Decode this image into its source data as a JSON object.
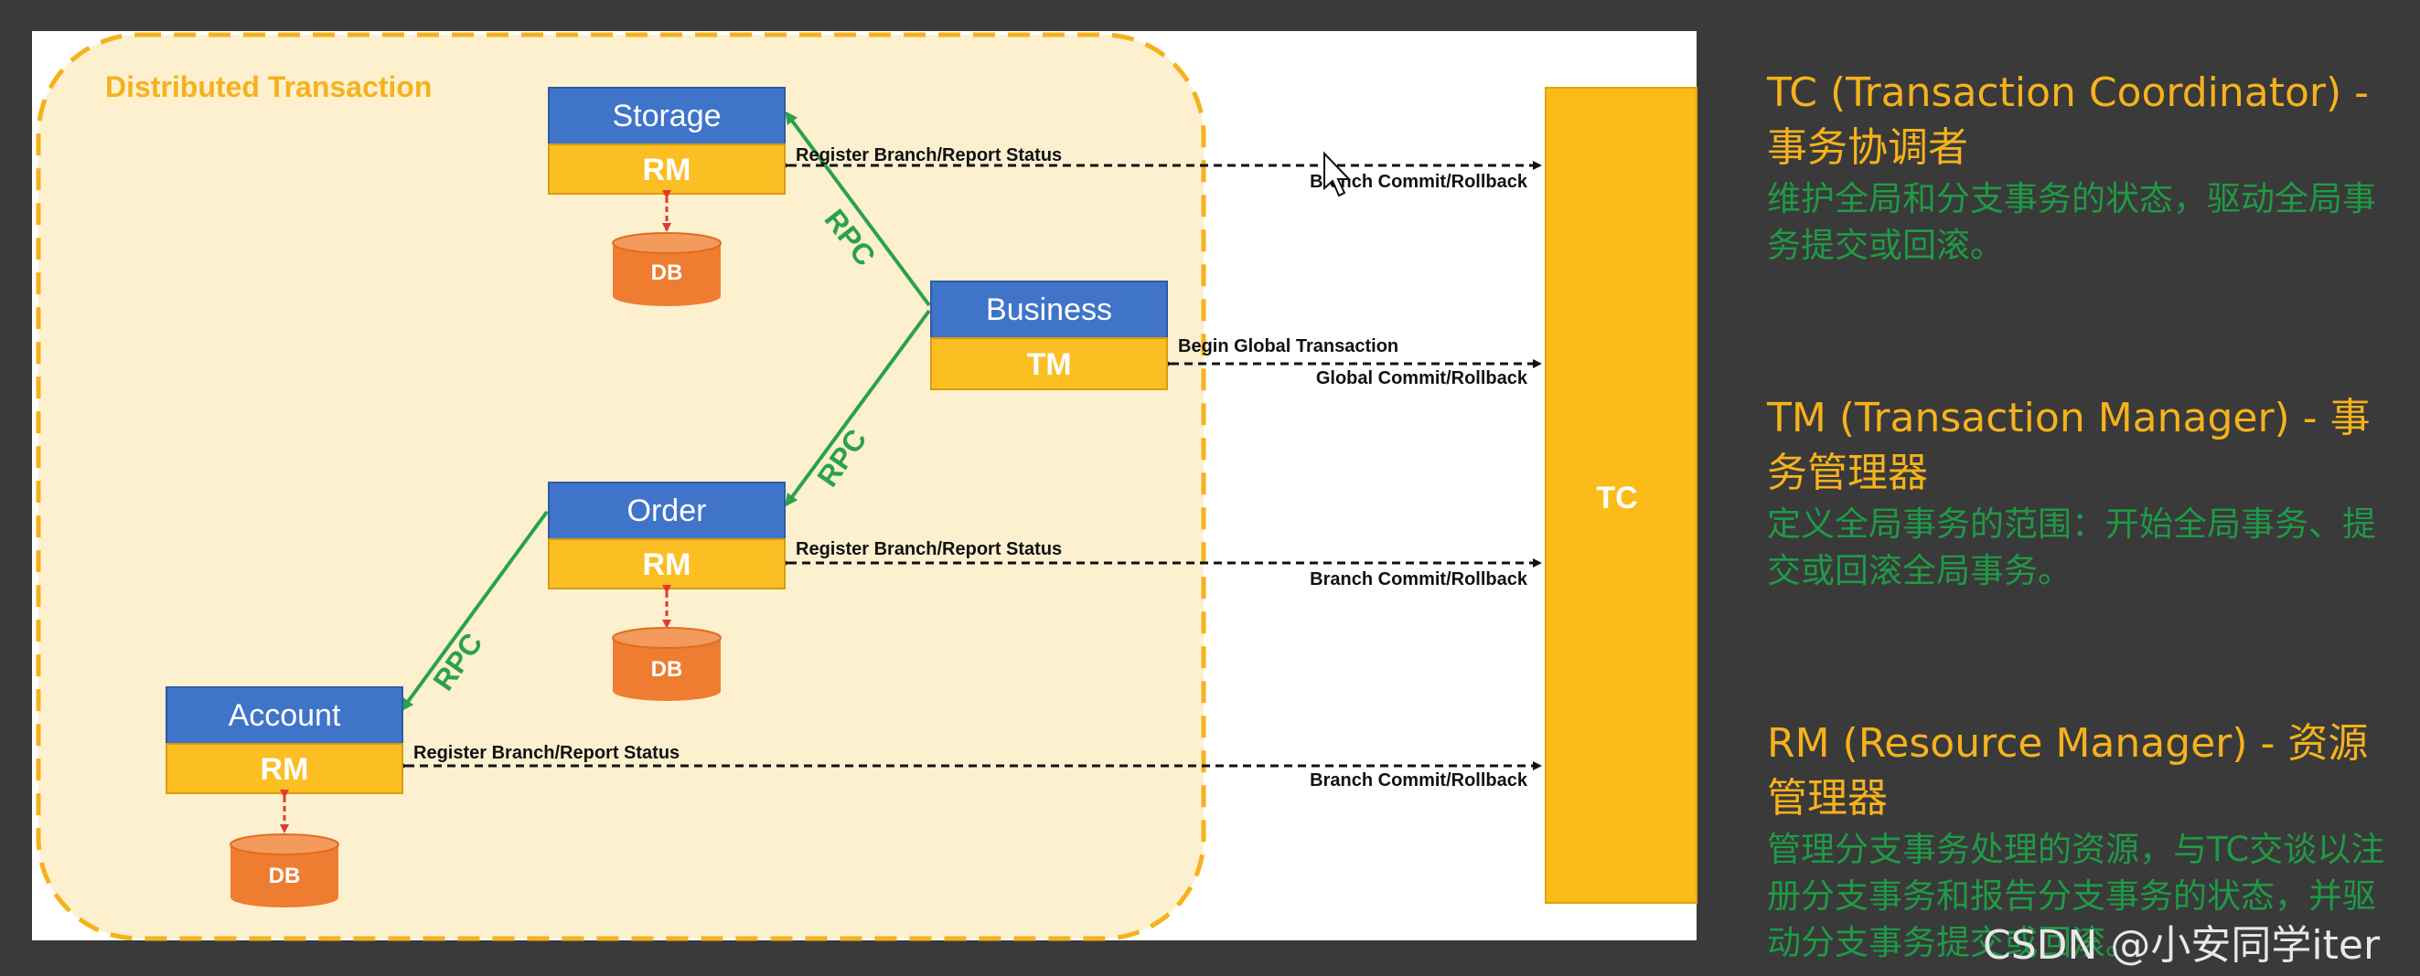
{
  "diagram": {
    "region_label": "Distributed Transaction",
    "nodes": {
      "storage": {
        "top": "Storage",
        "bottom": "RM",
        "db": "DB"
      },
      "business": {
        "top": "Business",
        "bottom": "TM"
      },
      "order": {
        "top": "Order",
        "bottom": "RM",
        "db": "DB"
      },
      "account": {
        "top": "Account",
        "bottom": "RM",
        "db": "DB"
      },
      "tc": {
        "label": "TC"
      }
    },
    "rpc_label": "RPC",
    "arrow_labels": {
      "register": "Register Branch/Report Status",
      "branch_commit": "Branch Commit/Rollback",
      "begin_global": "Begin Global Transaction",
      "global_commit": "Global Commit/Rollback"
    },
    "colors": {
      "node_blue": "#3f74c9",
      "node_yellow": "#fbbf24",
      "db_orange": "#ee7d31",
      "region_fill": "#fdf0cf",
      "region_border": "#f5b21c",
      "rpc_green": "#2aa24b",
      "tc_yellow": "#fbbc1a"
    }
  },
  "descriptions": [
    {
      "title": "TC (Transaction Coordinator) - 事务协调者",
      "body": "维护全局和分支事务的状态，驱动全局事务提交或回滚。"
    },
    {
      "title": "TM (Transaction Manager) - 事务管理器",
      "body": "定义全局事务的范围：开始全局事务、提交或回滚全局事务。"
    },
    {
      "title": "RM (Resource Manager) - 资源管理器",
      "body": "管理分支事务处理的资源，与TC交谈以注册分支事务和报告分支事务的状态，并驱动分支事务提交或回滚。"
    }
  ],
  "watermark": "CSDN @小安同学iter"
}
